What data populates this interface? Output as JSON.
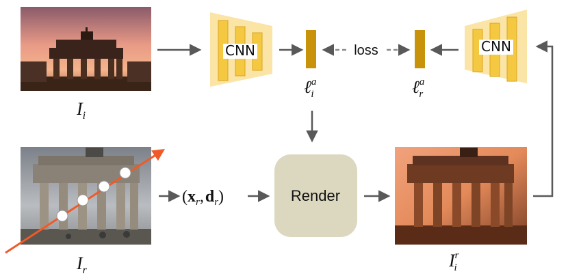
{
  "nodes": {
    "cnn_left": {
      "label": "CNN"
    },
    "cnn_right": {
      "label": "CNN"
    },
    "render": {
      "label": "Render"
    },
    "loss": {
      "label": "loss"
    }
  },
  "labels": {
    "img_i_base": "I",
    "img_i_sub": "i",
    "img_r_base": "I",
    "img_r_sub": "r",
    "img_out_base": "I",
    "img_out_sub": "i",
    "img_out_sup": "r",
    "lat_i_base": "ℓ",
    "lat_i_sub": "i",
    "lat_i_sup": "a",
    "lat_r_base": "ℓ",
    "lat_r_sub": "r",
    "lat_r_sup": "a",
    "ray_open": "(",
    "ray_x": "x",
    "ray_x_sub": "r",
    "ray_comma": ",",
    "ray_d": "d",
    "ray_d_sub": "r",
    "ray_close": ")"
  },
  "colors": {
    "arrow": "#595959",
    "cnn_fill": "#fbe5a6",
    "cnn_bar": "#f5c842",
    "cnn_bar_stroke": "#d9a520",
    "latent": "#c8920a",
    "render_fill": "#dcd8c0",
    "ray": "#f05a28",
    "ray_point": "#ffffff"
  }
}
